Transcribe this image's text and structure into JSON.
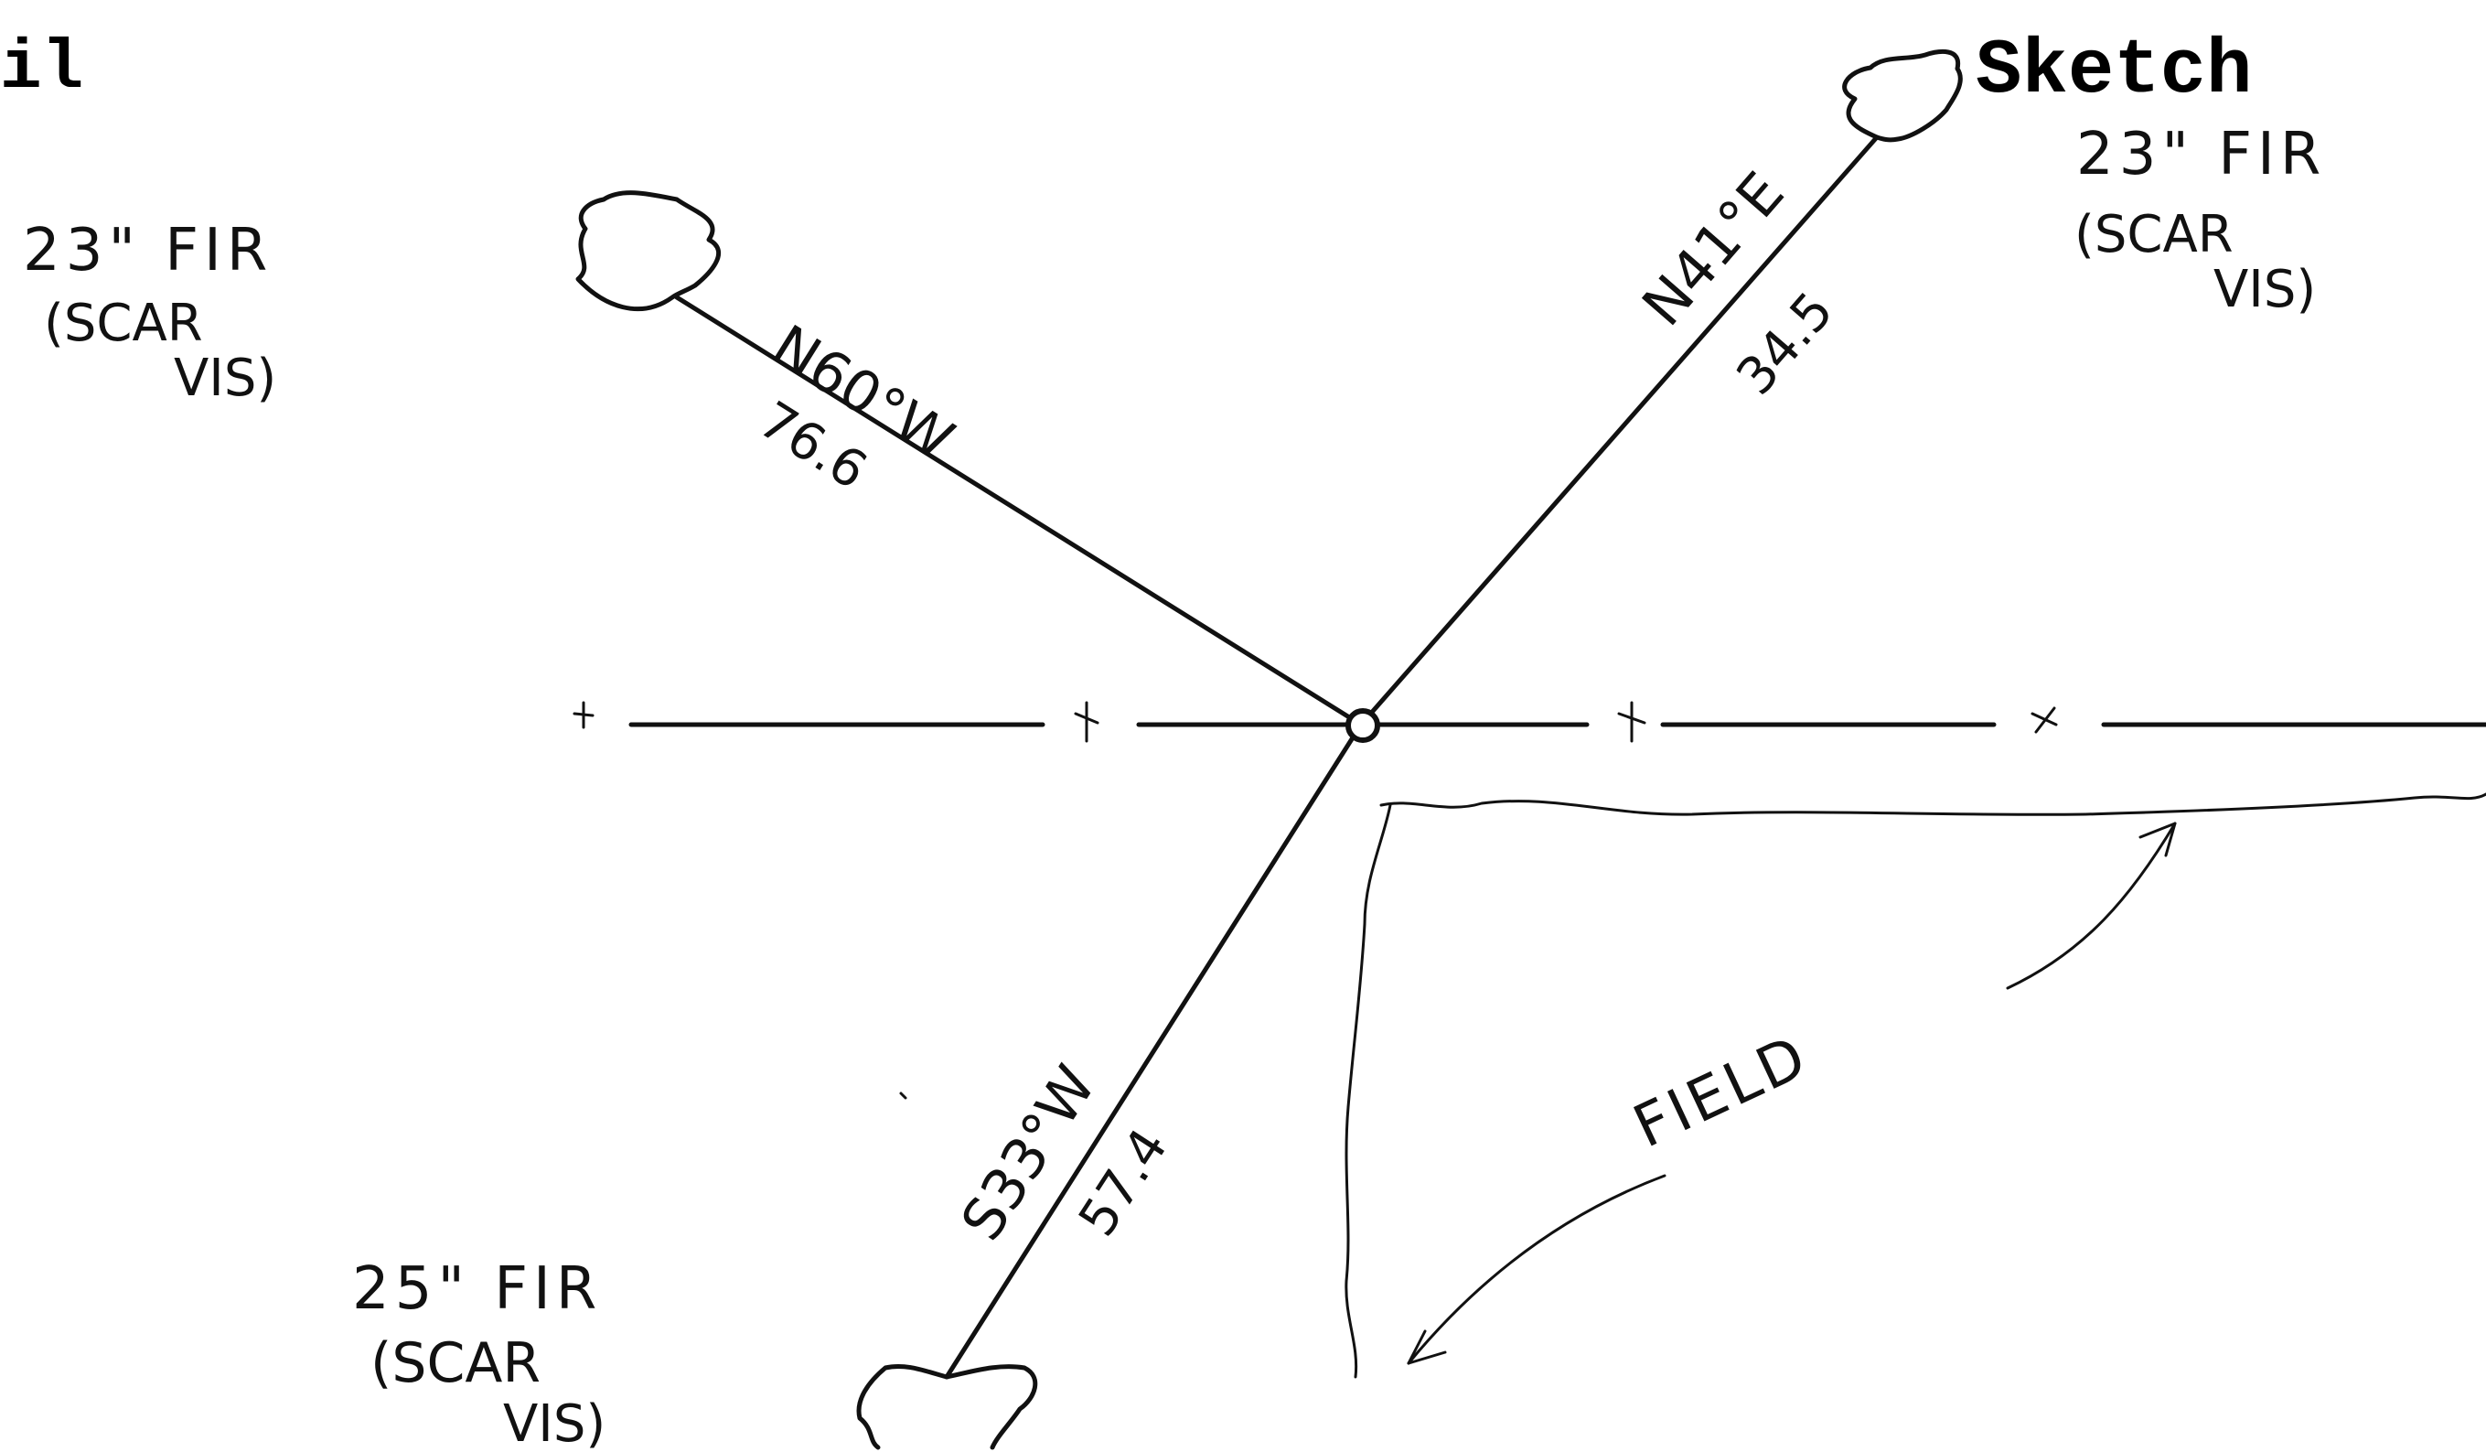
{
  "header": {
    "left_fragment": "il",
    "title": "Sketch"
  },
  "trees": {
    "nw": {
      "size": "23\" FIR",
      "scar": "(SCAR",
      "vis": "VIS)"
    },
    "ne": {
      "size": "23\" FIR",
      "scar": "(SCAR",
      "vis": "VIS)"
    },
    "sw": {
      "size": "25\" FIR",
      "scar": "(SCAR",
      "vis": "VIS)"
    }
  },
  "bearings": {
    "nw": {
      "bearing": "N60°W",
      "distance": "76.6"
    },
    "ne": {
      "bearing": "N41°E",
      "distance": "34.5"
    },
    "sw": {
      "bearing": "S33°W",
      "distance": "57.4"
    }
  },
  "field": {
    "label": "FIELD"
  }
}
